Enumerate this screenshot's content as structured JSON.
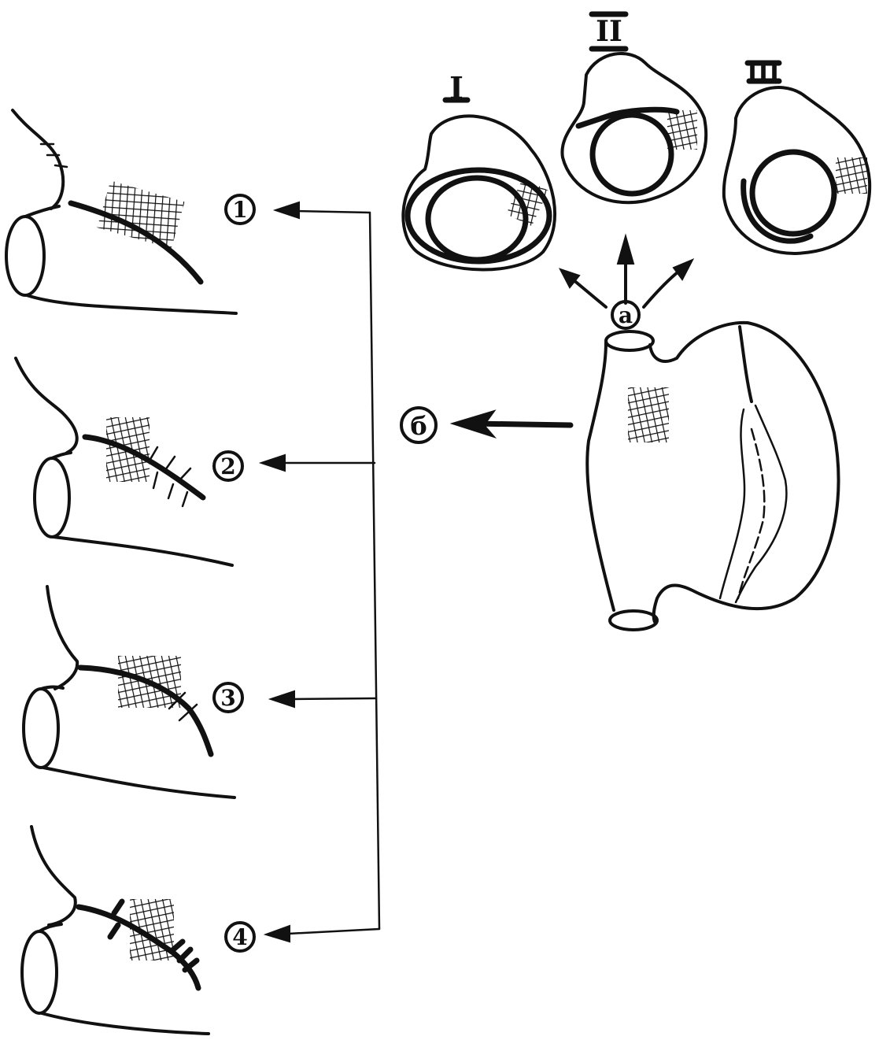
{
  "labels": {
    "variant_1": "1",
    "variant_2": "2",
    "variant_3": "3",
    "variant_4": "4",
    "view_a": "a",
    "view_b": "б",
    "section_I": "I",
    "section_II": "II",
    "section_III": "III"
  }
}
